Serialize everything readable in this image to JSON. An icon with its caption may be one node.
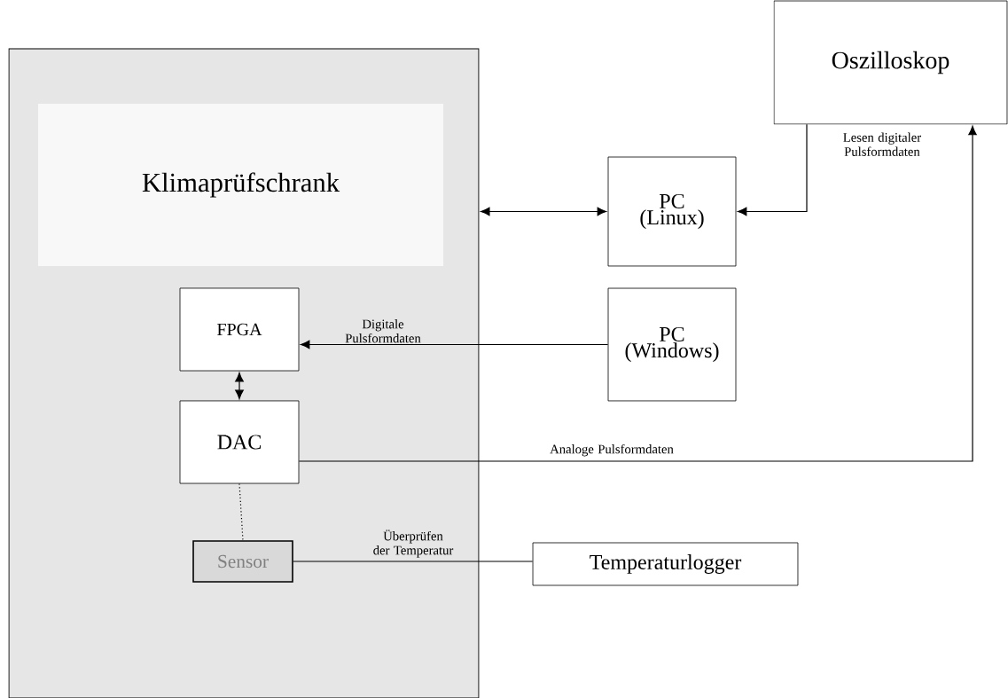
{
  "diagram": {
    "nodes": [
      {
        "text": [],
        "shape": "box"
      },
      {
        "text": [
          "Klimaprüfschrank"
        ],
        "in": 0
      },
      {
        "text": [
          "FPGA"
        ],
        "in": 0
      },
      {
        "text": [
          "DAC"
        ],
        "in": 0
      },
      {
        "text": [
          "Sensor"
        ],
        "in": 0
      },
      {
        "text": [
          "Oszilloskop"
        ]
      },
      {
        "text": [
          "PC (Linux)"
        ]
      },
      {
        "text": [
          "PC (Windows)"
        ]
      },
      {
        "text": [
          "Temperaturlogger"
        ]
      }
    ],
    "edges": [
      {
        "from": 0,
        "to": 6,
        "arrow": "both"
      },
      {
        "from": 5,
        "to": 6,
        "arrow": "to",
        "label": "Lesen digitaler Pulsformdaten"
      },
      {
        "from": 7,
        "to": 2,
        "arrow": "to",
        "label": "Digitale Pulsformdaten"
      },
      {
        "from": 2,
        "to": 3,
        "arrow": "both"
      },
      {
        "from": 3,
        "to": 5,
        "arrow": "to",
        "label": "Analoge Pulsformdaten"
      },
      {
        "from": 3,
        "to": 4,
        "arrow": "none",
        "style": "dashed"
      },
      {
        "from": 4,
        "to": 8,
        "arrow": "none",
        "label": "Überprüfen der Temperatur"
      }
    ]
  }
}
